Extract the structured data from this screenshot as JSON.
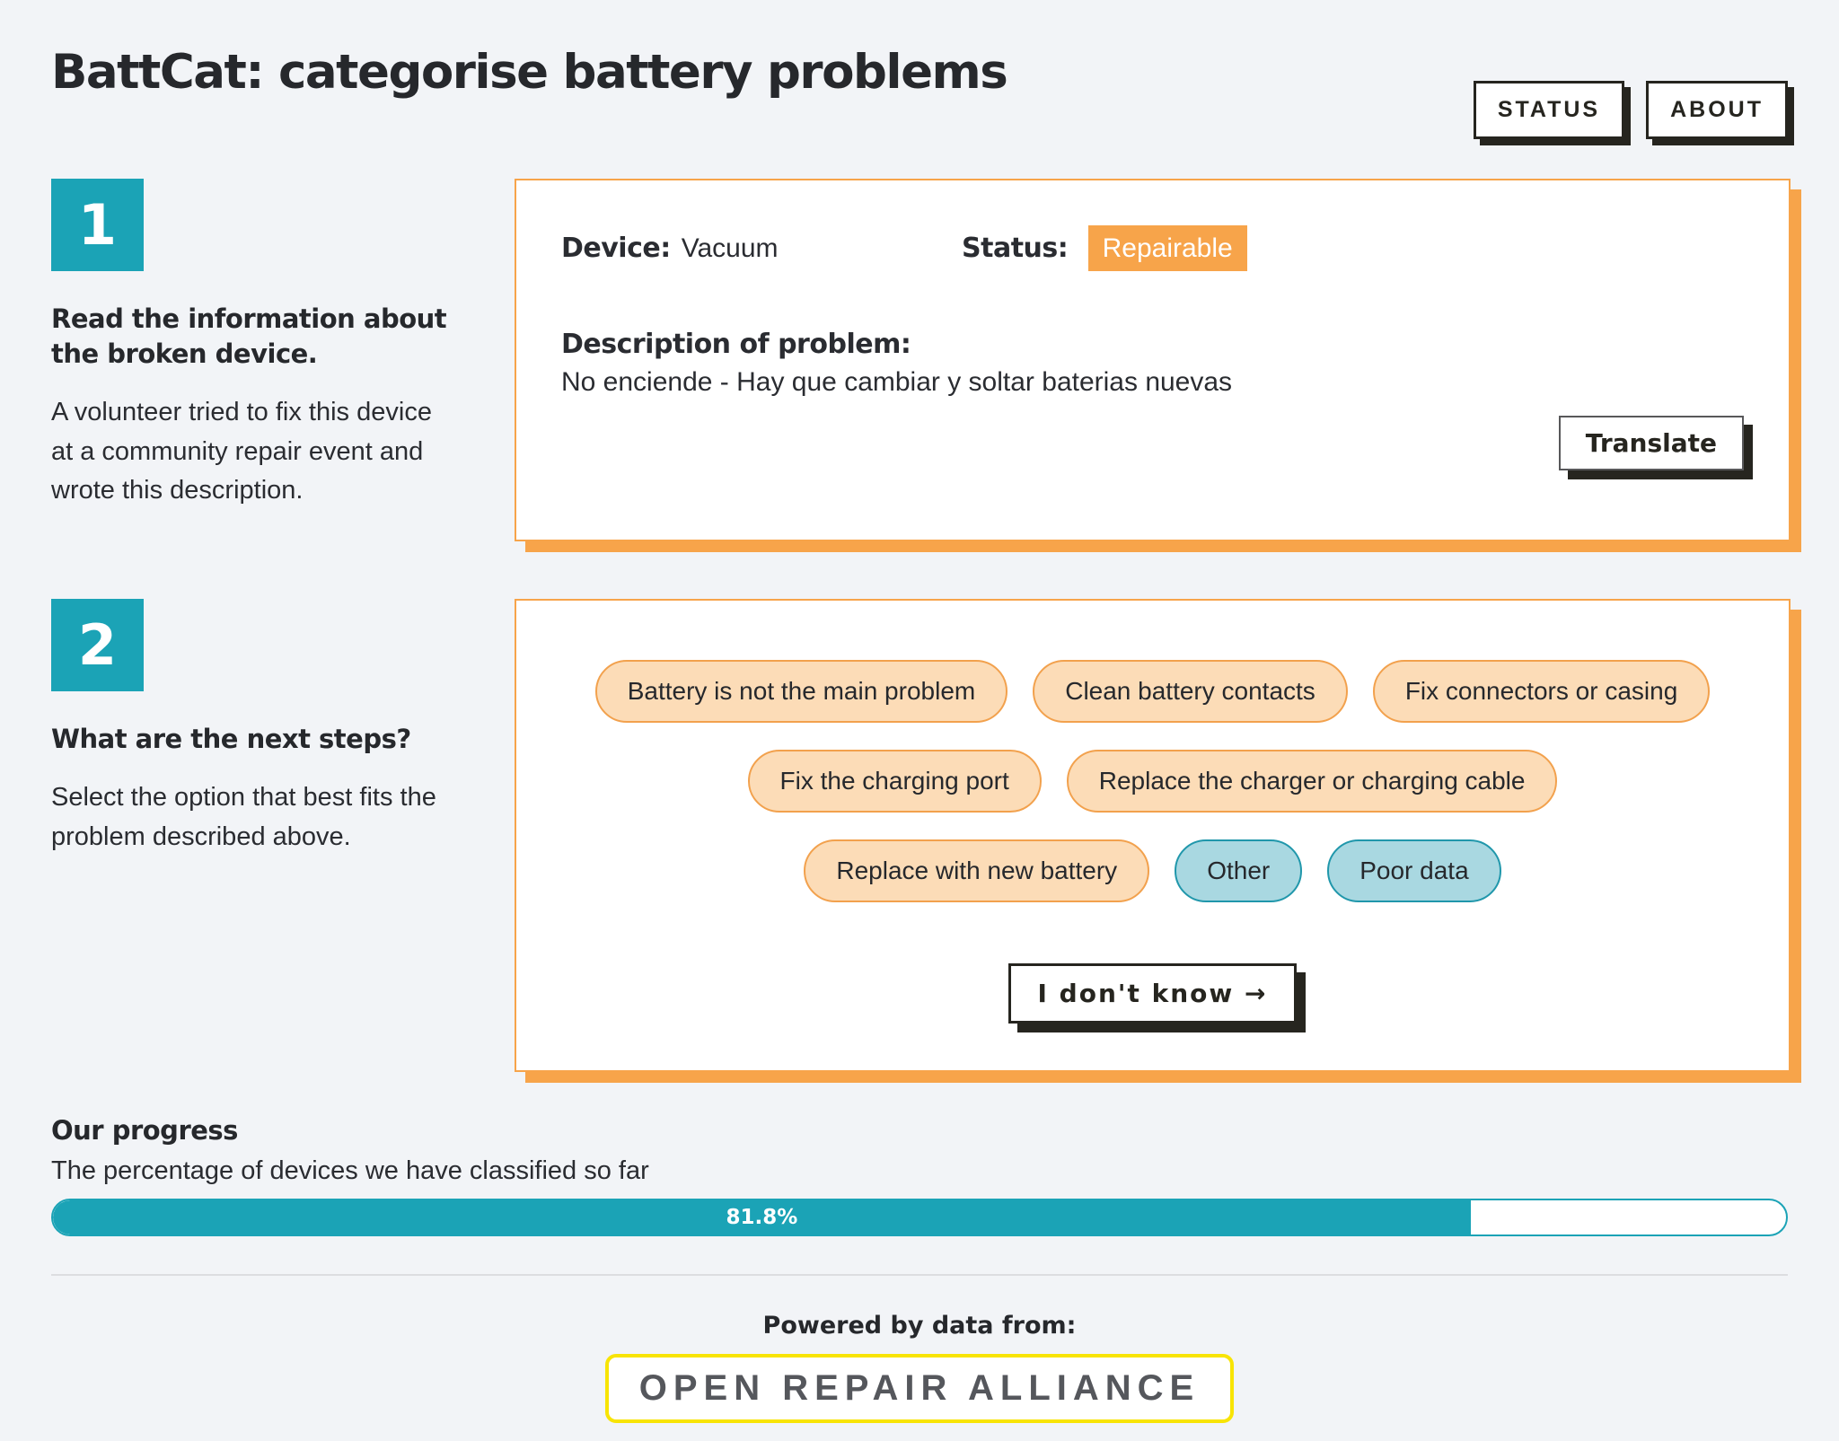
{
  "page": {
    "title": "BattCat: categorise battery problems"
  },
  "nav": {
    "status_label": "STATUS",
    "about_label": "ABOUT"
  },
  "step1": {
    "number": "1",
    "heading": "Read the information about the broken device.",
    "body": "A volunteer tried to fix this device at a community repair event and wrote this description.",
    "device_label": "Device:",
    "device_value": "Vacuum",
    "status_label": "Status:",
    "status_value": "Repairable",
    "description_label": "Description of problem:",
    "description_value": "No enciende - Hay que cambiar y soltar baterias nuevas",
    "translate_label": "Translate"
  },
  "step2": {
    "number": "2",
    "heading": "What are the next steps?",
    "body": "Select the option that best fits the problem described above.",
    "options": [
      {
        "label": "Battery is not the main problem",
        "style": "orange",
        "row": 1
      },
      {
        "label": "Clean battery contacts",
        "style": "orange",
        "row": 1
      },
      {
        "label": "Fix connectors or casing",
        "style": "orange",
        "row": 1
      },
      {
        "label": "Fix the charging port",
        "style": "orange",
        "row": 2
      },
      {
        "label": "Replace the charger or charging cable",
        "style": "orange",
        "row": 2
      },
      {
        "label": "Replace with new battery",
        "style": "orange",
        "row": 3
      },
      {
        "label": "Other",
        "style": "teal",
        "row": 3
      },
      {
        "label": "Poor data",
        "style": "teal",
        "row": 3
      }
    ],
    "idk_label": "I don't know →"
  },
  "progress": {
    "heading": "Our progress",
    "subtitle": "The percentage of devices we have classified so far",
    "percent_label": "81.8%",
    "percent_value": 81.8
  },
  "footer": {
    "powered_by": "Powered by data from:",
    "org": "OPEN REPAIR ALLIANCE"
  },
  "colors": {
    "teal": "#1ba3b6",
    "orange": "#f7a44a",
    "pill_orange_bg": "#fcdcb7",
    "pill_orange_border": "#f2a14d",
    "pill_teal_bg": "#a9d8e1",
    "pill_teal_border": "#2097ab",
    "button_ink": "#26251f",
    "yellow_border": "#f8e405",
    "page_bg": "#f2f4f7"
  }
}
